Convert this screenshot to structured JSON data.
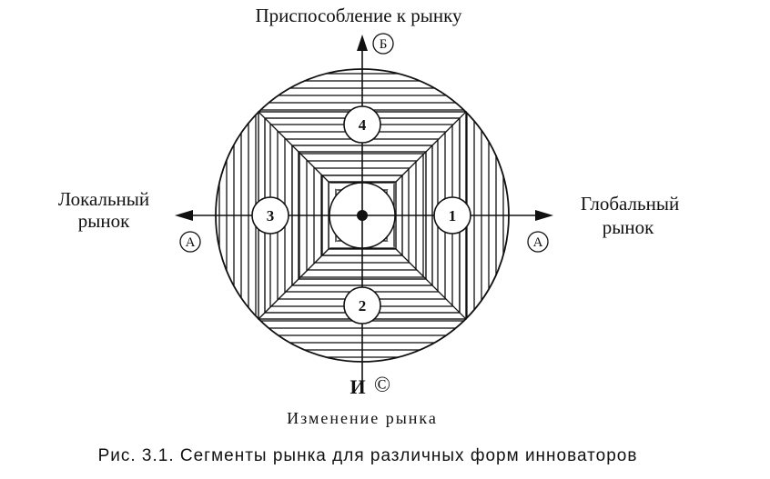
{
  "diagram": {
    "top_label": "Приспособление к рынку",
    "left_label_line1": "Локальный",
    "left_label_line2": "рынок",
    "right_label_line1": "Глобальный",
    "right_label_line2": "рынок",
    "bottom_label": "Изменение рынка",
    "axis_markers": {
      "top": "Б",
      "left": "А",
      "right": "А",
      "bottom_letter": "И",
      "bottom_symbol": "©"
    },
    "segments": {
      "right": "1",
      "bottom": "2",
      "left": "3",
      "top": "4"
    }
  },
  "caption": "Рис. 3.1. Сегменты рынка для различных форм инноваторов"
}
